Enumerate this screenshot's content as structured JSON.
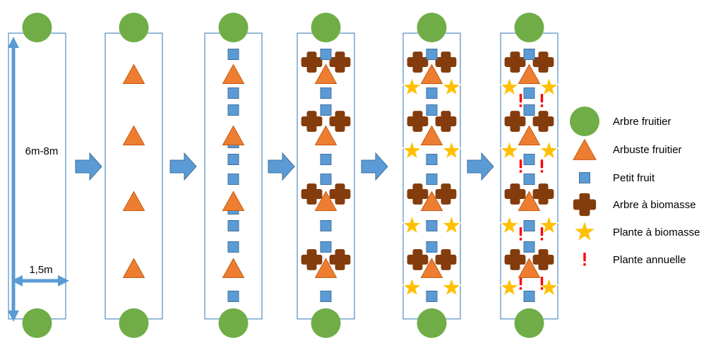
{
  "dimensions": {
    "height_label": "6m-8m",
    "width_label": "1,5m"
  },
  "legend": {
    "items": [
      {
        "shape": "circle",
        "label": "Arbre fruitier"
      },
      {
        "shape": "triangle",
        "label": "Arbuste fruitier"
      },
      {
        "shape": "square",
        "label": "Petit fruit"
      },
      {
        "shape": "cross",
        "label": "Arbre à biomasse"
      },
      {
        "shape": "star",
        "label": "Plante à biomasse"
      },
      {
        "shape": "exclamation",
        "label": "Plante annuelle"
      }
    ]
  },
  "colors": {
    "tree": "#70AD47",
    "shrub": "#ED7D31",
    "shrub_stroke": "#C55A11",
    "small_fruit": "#5B9BD5",
    "small_fruit_stroke": "#41719C",
    "biomass_tree": "#843C0C",
    "biomass_plant": "#FFC000",
    "annual": "#FF0000",
    "arrow": "#5B9BD5",
    "strip_border": "#2E75B6"
  },
  "stages": [
    {
      "shrubs": false,
      "small_fruits": false,
      "biomass_trees": false,
      "biomass_plants": false,
      "annuals": false
    },
    {
      "shrubs": true,
      "small_fruits": false,
      "biomass_trees": false,
      "biomass_plants": false,
      "annuals": false
    },
    {
      "shrubs": true,
      "small_fruits": true,
      "biomass_trees": false,
      "biomass_plants": false,
      "annuals": false
    },
    {
      "shrubs": true,
      "small_fruits": true,
      "biomass_trees": true,
      "biomass_plants": false,
      "annuals": false
    },
    {
      "shrubs": true,
      "small_fruits": true,
      "biomass_trees": true,
      "biomass_plants": true,
      "annuals": false
    },
    {
      "shrubs": true,
      "small_fruits": true,
      "biomass_trees": true,
      "biomass_plants": true,
      "annuals": true
    }
  ]
}
